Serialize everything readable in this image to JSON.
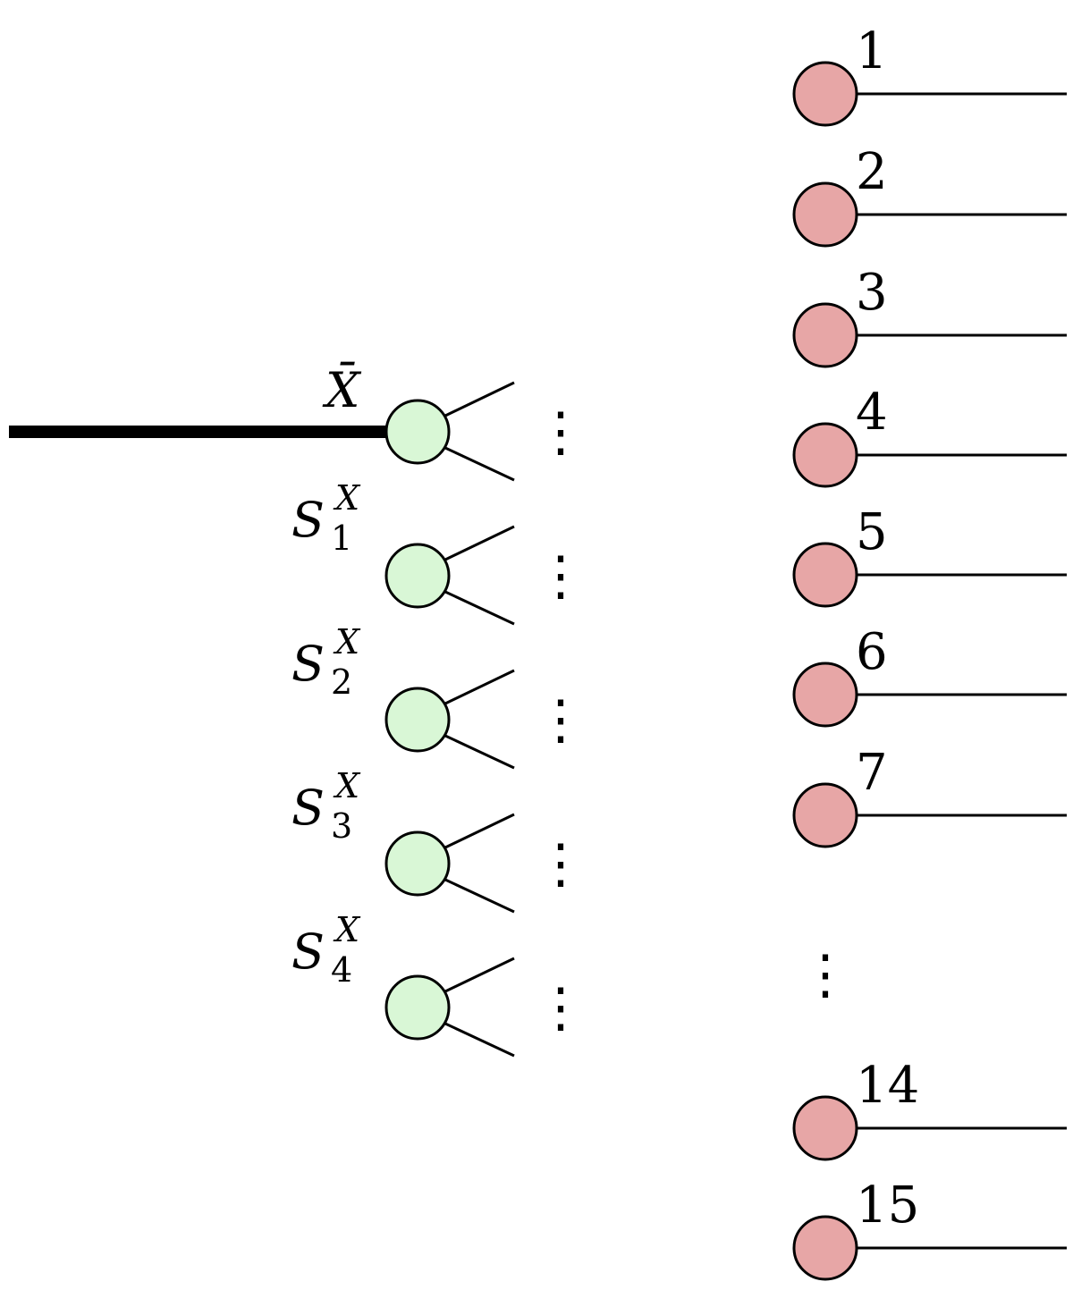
{
  "diagram": {
    "colors": {
      "green_node_fill": "#d9f7d6",
      "red_node_fill": "#e7a6a6",
      "stroke": "#000000"
    },
    "left_labels": {
      "xbar": "X̄",
      "s1": {
        "base": "S",
        "sub": "1",
        "sup": "X"
      },
      "s2": {
        "base": "S",
        "sub": "2",
        "sup": "X"
      },
      "s3": {
        "base": "S",
        "sub": "3",
        "sup": "X"
      },
      "s4": {
        "base": "S",
        "sub": "4",
        "sup": "X"
      }
    },
    "dots_symbol": "⋮",
    "right_nodes": [
      "1",
      "2",
      "3",
      "4",
      "5",
      "6",
      "7",
      "14",
      "15"
    ]
  }
}
